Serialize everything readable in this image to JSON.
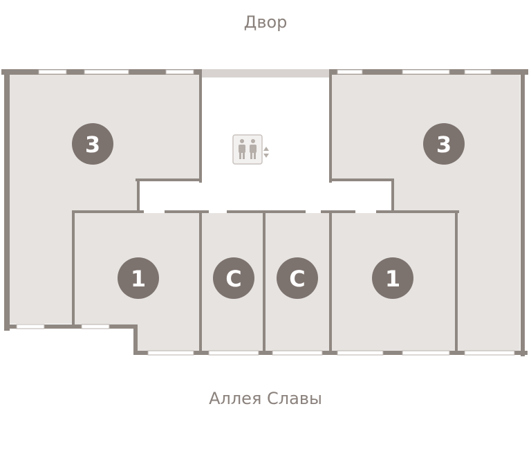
{
  "plan": {
    "top_label": "Двор",
    "bottom_label": "Аллея Славы",
    "colors": {
      "wall": "#8f8781",
      "room": "#e6e3e0",
      "hall": "#ffffff",
      "badge": "#7d736e",
      "window": "#ffffff"
    },
    "units": [
      {
        "id": "unit-3-left",
        "rooms": "3"
      },
      {
        "id": "unit-3-right",
        "rooms": "3"
      },
      {
        "id": "unit-1-left",
        "rooms": "1"
      },
      {
        "id": "unit-studio-left",
        "rooms": "С"
      },
      {
        "id": "unit-studio-right",
        "rooms": "С"
      },
      {
        "id": "unit-1-right",
        "rooms": "1"
      }
    ],
    "elevator_icon": "elevator-people-icon"
  }
}
